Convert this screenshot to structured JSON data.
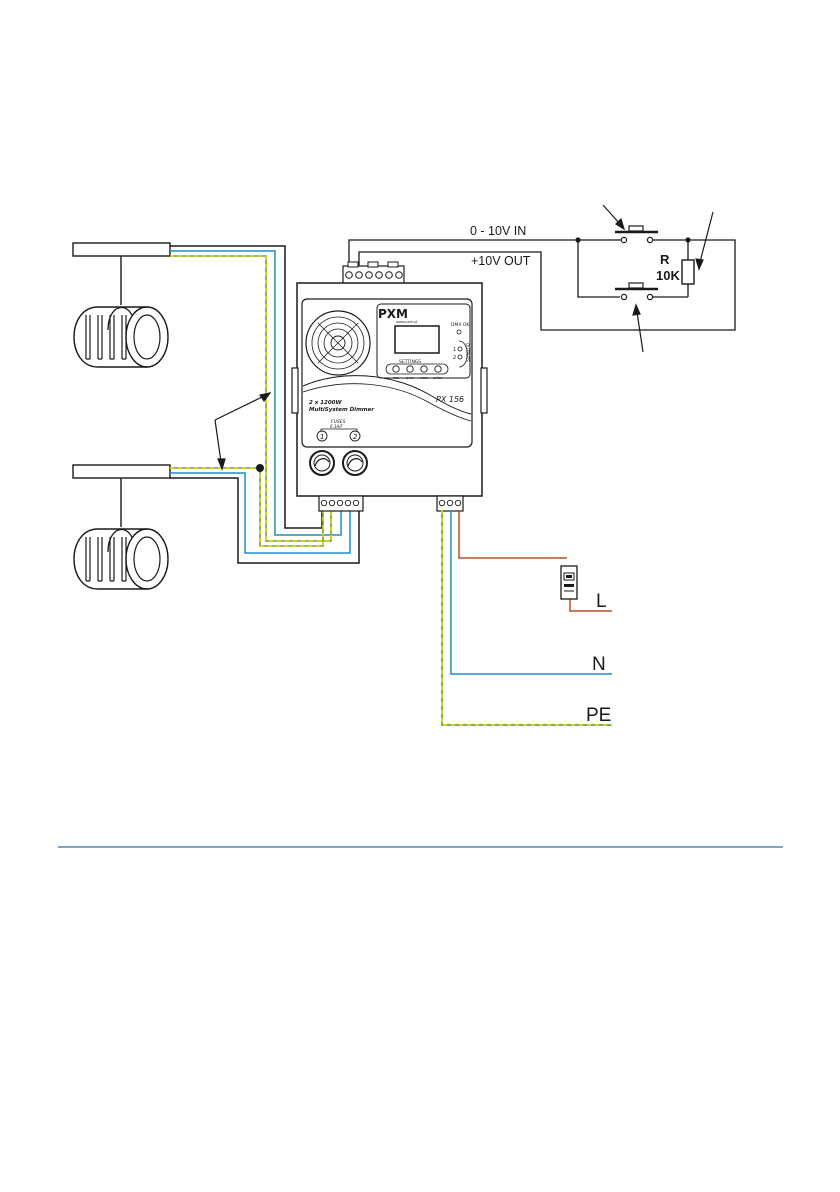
{
  "labels": {
    "control_in": "0 - 10V IN",
    "control_out": "+10V OUT",
    "resistor_name": "R",
    "resistor_value": "10K",
    "phase": "L",
    "neutral": "N",
    "earth": "PE"
  },
  "device": {
    "brand": "PXM",
    "brand_sub": "www.pxm.pl",
    "model": "PX 156",
    "description_line1": "2 x 1200W",
    "description_line2": "MultiSystem Dimmer",
    "dmx_ok": "DMX OK",
    "settings": "SETTINGS",
    "buttons": [
      "esc",
      "prev",
      "next",
      "enter"
    ],
    "outputs_title": "OUTPUTS",
    "outputs": [
      "1",
      "2"
    ],
    "fuses_title": "FUSES",
    "fuses_rating": "6.3A/F",
    "fuse_ids": [
      "1",
      "2"
    ]
  },
  "colors": {
    "wire_black": "#1a1a1a",
    "wire_blue": "#1e8fc1",
    "wire_brown": "#b4502a",
    "wire_earth_green": "#6aa33f",
    "wire_earth_yellow": "#e9d400",
    "rule": "#2f6f9f"
  }
}
